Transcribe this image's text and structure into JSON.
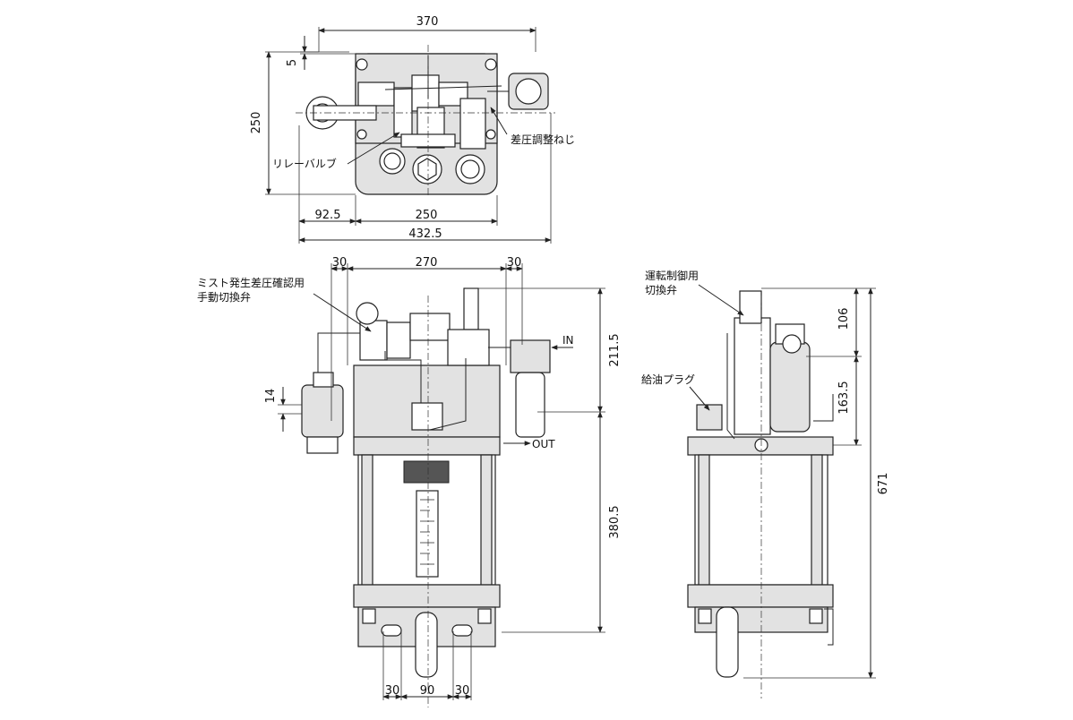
{
  "top_view": {
    "dim_width_top": "370",
    "dim_gap": "5",
    "dim_height": "250",
    "dim_offset": "92.5",
    "dim_body": "250",
    "dim_total": "432.5",
    "label_relay_valve": "リレーバルブ",
    "label_diff_adjust_screw": "差圧調整ねじ"
  },
  "front_view": {
    "dim_left": "30",
    "dim_mid": "270",
    "dim_right": "30",
    "dim_port": "14",
    "dim_upper": "211.5",
    "dim_lower": "380.5",
    "dim_bottom_left": "30",
    "dim_bottom_mid": "90",
    "dim_bottom_right": "30",
    "label_manual_valve_line1": "ミスト発生差圧確認用",
    "label_manual_valve_line2": "手動切換弁",
    "label_in": "IN",
    "label_out": "OUT"
  },
  "side_view": {
    "label_control_valve_line1": "運転制御用",
    "label_control_valve_line2": "切換弁",
    "label_oil_plug": "給油プラグ",
    "dim_top": "106",
    "dim_mid": "163.5",
    "dim_total": "671"
  }
}
